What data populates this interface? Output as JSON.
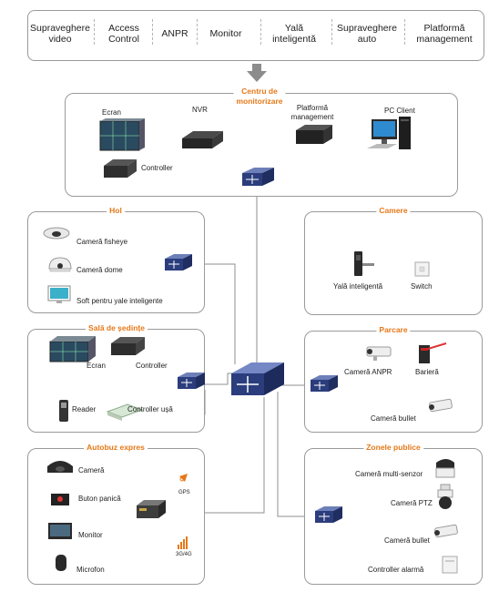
{
  "top_bar": {
    "items": [
      "Supraveghere\nvideo",
      "Access\nControl",
      "ANPR",
      "Monitor",
      "Yală\ninteligentă",
      "Supraveghere\nauto",
      "Platformă\nmanagement"
    ]
  },
  "center": {
    "title": "Centru de\nmonitorizare",
    "ecran": "Ecran",
    "nvr": "NVR",
    "platforma": "Platformă\nmanagement",
    "pc_client": "PC Client",
    "controller": "Controller"
  },
  "hol": {
    "title": "Hol",
    "fisheye": "Cameră fisheye",
    "dome": "Cameră dome",
    "soft": "Soft pentru yale inteligente"
  },
  "camere": {
    "title": "Camere",
    "yala": "Yală inteligentă",
    "switch": "Switch"
  },
  "sala": {
    "title": "Sală de ședințe",
    "ecran": "Ecran",
    "controller": "Controller",
    "reader": "Reader",
    "controller_usa": "Controller ușă"
  },
  "parcare": {
    "title": "Parcare",
    "anpr": "Cameră ANPR",
    "bariera": "Barieră",
    "bullet": "Cameră bullet"
  },
  "autobuz": {
    "title": "Autobuz expres",
    "camera": "Cameră",
    "buton": "Buton panică",
    "monitor": "Monitor",
    "microfon": "Microfon",
    "gps": "GPS",
    "net": "3G/4G"
  },
  "publice": {
    "title": "Zonele publice",
    "multi": "Cameră multi-senzor",
    "ptz": "Cameră PTZ",
    "bullet": "Cameră bullet",
    "alarma": "Controller alarmă"
  },
  "colors": {
    "accent": "#e67817",
    "switch_blue": "#2b3d7c",
    "line": "#8f8f8f"
  }
}
